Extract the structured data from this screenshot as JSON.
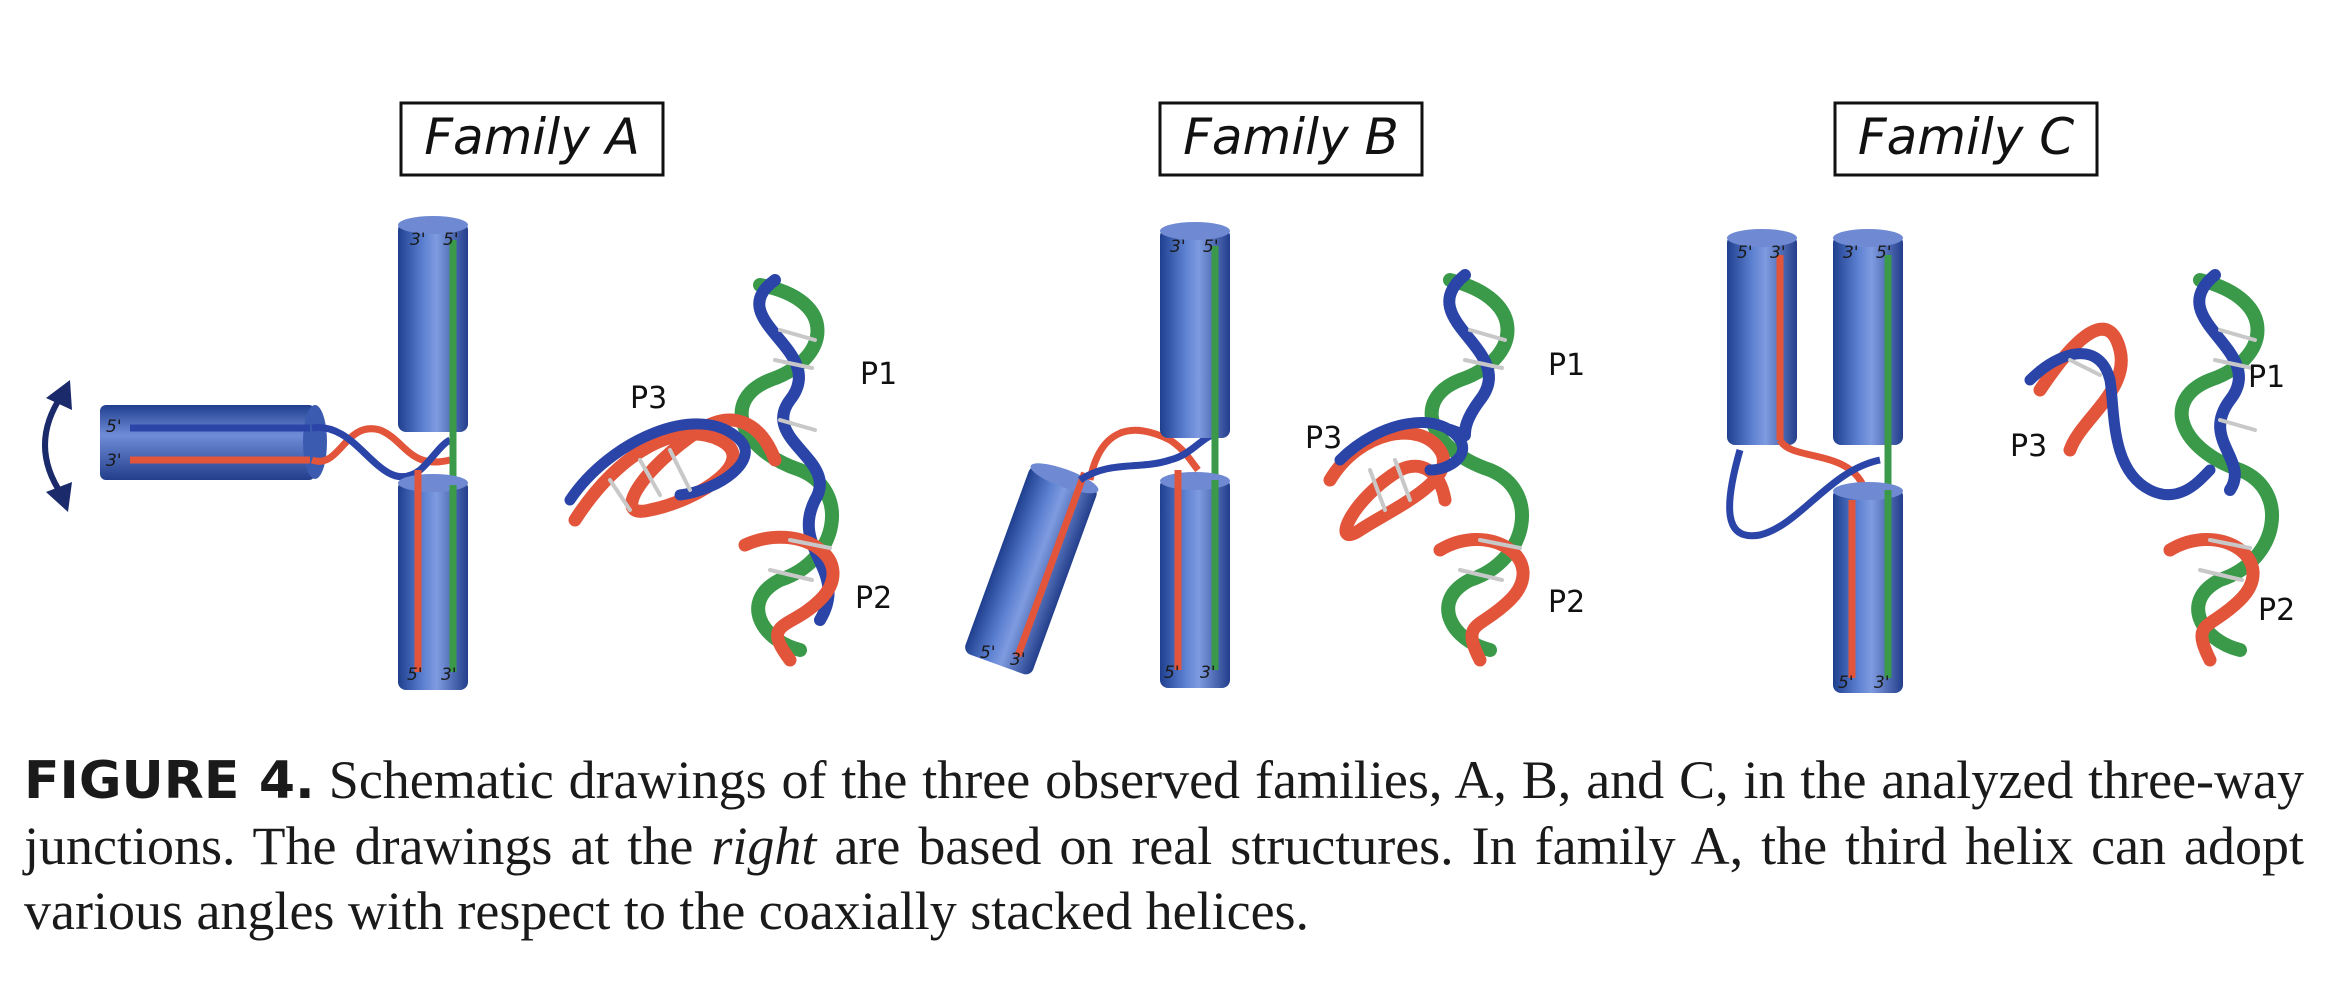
{
  "figure": {
    "families": [
      {
        "title": "Family A",
        "labels": {
          "p1": "P1",
          "p2": "P2",
          "p3": "P3"
        }
      },
      {
        "title": "Family B",
        "labels": {
          "p1": "P1",
          "p2": "P2",
          "p3": "P3"
        }
      },
      {
        "title": "Family C",
        "labels": {
          "p1": "P1",
          "p2": "P2",
          "p3": "P3"
        }
      }
    ],
    "strand_ends": {
      "three_prime": "3'",
      "five_prime": "5'"
    },
    "colors": {
      "helix_blue": "#2f55a8",
      "strand_red": "#e2553b",
      "strand_green": "#3a9a4a",
      "strand_blue": "#2a44a8"
    }
  },
  "caption": {
    "label": "FIGURE 4.",
    "text_1": "Schematic drawings of the three observed families, A, B, and C, in the analyzed three-way junctions. The drawings at the ",
    "emph": "right",
    "text_2": " are based on real structures. In family A, the third helix can adopt various angles with respect to the coaxially stacked helices."
  }
}
